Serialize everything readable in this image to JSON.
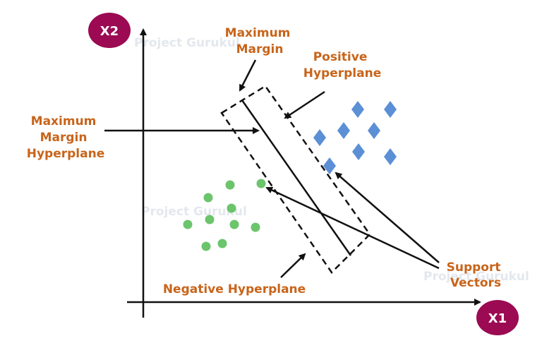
{
  "labels": {
    "max_margin": [
      "Maximum",
      "Margin"
    ],
    "positive_hyperplane": [
      "Positive",
      "Hyperplane"
    ],
    "max_margin_hyperplane": [
      "Maximum",
      "Margin",
      "Hyperplane"
    ],
    "negative_hyperplane": "Negative Hyperplane",
    "support_vectors": [
      "Support",
      "Vectors"
    ]
  },
  "axes": {
    "x": "X1",
    "y": "X2"
  },
  "watermark": "Project Gurukul",
  "colors": {
    "label": "#c8641a",
    "axis_badge": "#9b0a52",
    "positive_class": "#5b8fd6",
    "negative_class": "#6cc46c",
    "line": "#111111"
  }
}
